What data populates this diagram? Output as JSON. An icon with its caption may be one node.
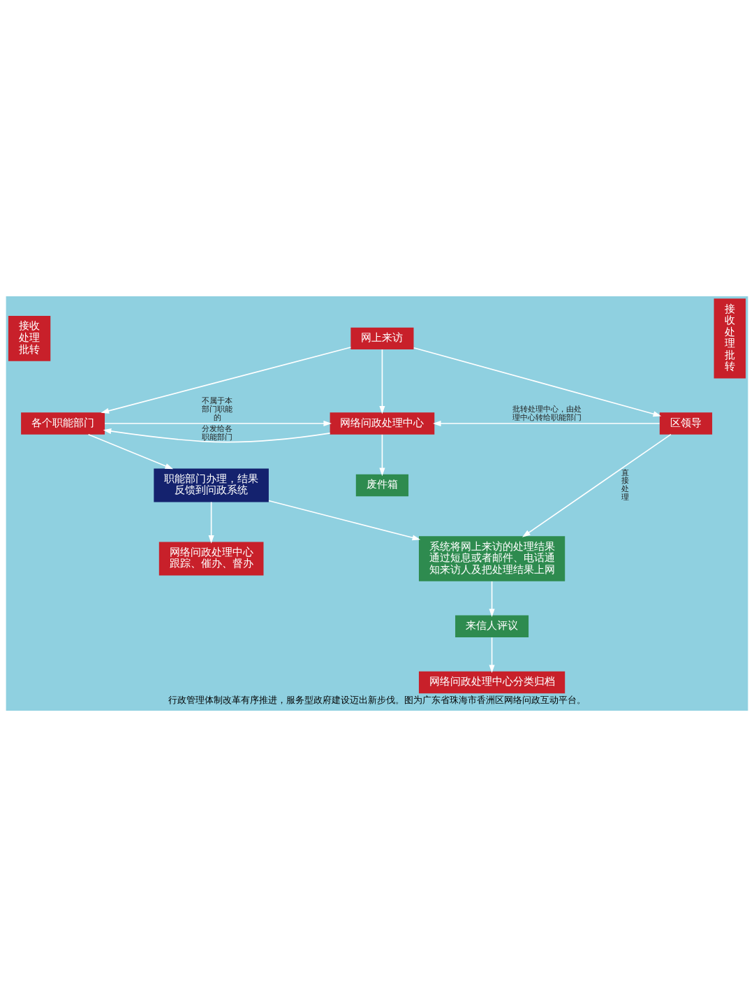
{
  "diagram": {
    "caption": "行政管理体制改革有序推进，服务型政府建设迈出新步伐。图为广东省珠海市香洲区网络问政互动平台。",
    "nodes": [
      {
        "text": [
          "接收处理批转"
        ]
      },
      {
        "text": [
          "网上来访"
        ]
      },
      {
        "text": [
          "各个职能部门"
        ]
      },
      {
        "text": [
          "网络问政处理中心"
        ]
      },
      {
        "text": [
          "区领导"
        ]
      },
      {
        "text": [
          "接收处理批转"
        ]
      },
      {
        "text": [
          "废件箱"
        ]
      },
      {
        "text": [
          "职能部门办理，结果反馈到问政系统"
        ]
      },
      {
        "text": [
          "系统将网上来访的处理结果通过短息或者邮件、电话通知来访人及把处理结果上网"
        ]
      },
      {
        "text": [
          "来信人评议"
        ]
      },
      {
        "text": [
          "网络问政处理中心跟踪、催办、督办"
        ]
      },
      {
        "text": [
          "网络问政处理中心分类归档"
        ]
      }
    ],
    "edges": [
      {
        "from": 1,
        "to": 2,
        "arrow": "to"
      },
      {
        "from": 1,
        "to": 3,
        "arrow": "to"
      },
      {
        "from": 1,
        "to": 4,
        "arrow": "to"
      },
      {
        "from": 2,
        "to": 3,
        "arrow": "to",
        "label": "不属于本部门职能的"
      },
      {
        "from": 3,
        "to": 2,
        "arrow": "to",
        "label": "分发给各职能部门"
      },
      {
        "from": 4,
        "to": 3,
        "arrow": "to",
        "label": "批转处理中心，由处理中心转给职能部门"
      },
      {
        "from": 3,
        "to": 6,
        "arrow": "to"
      },
      {
        "from": 2,
        "to": 7,
        "arrow": "to"
      },
      {
        "from": 4,
        "to": 8,
        "arrow": "to",
        "label": "直接处理"
      },
      {
        "from": 7,
        "to": 8,
        "arrow": "to"
      },
      {
        "from": 7,
        "to": 10,
        "arrow": "to"
      },
      {
        "from": 8,
        "to": 9,
        "arrow": "to"
      },
      {
        "from": 9,
        "to": 11,
        "arrow": "to"
      }
    ]
  }
}
